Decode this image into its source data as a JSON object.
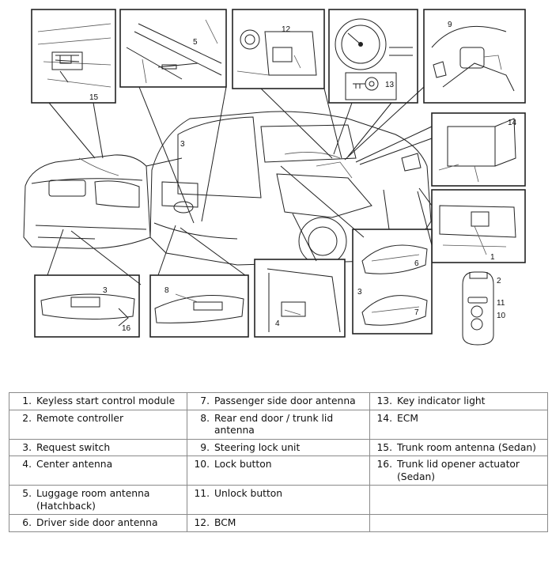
{
  "callouts": [
    "1",
    "2",
    "3",
    "3",
    "3",
    "3",
    "4",
    "5",
    "6",
    "7",
    "8",
    "9",
    "10",
    "11",
    "12",
    "13",
    "14",
    "15",
    "16"
  ],
  "legend": {
    "rows": [
      [
        {
          "num": "1.",
          "text": "Keyless start control module"
        },
        {
          "num": "7.",
          "text": "Passenger side door antenna"
        },
        {
          "num": "13.",
          "text": "Key indicator light"
        }
      ],
      [
        {
          "num": "2.",
          "text": "Remote controller"
        },
        {
          "num": "8.",
          "text": "Rear end door / trunk lid antenna"
        },
        {
          "num": "14.",
          "text": "ECM"
        }
      ],
      [
        {
          "num": "3.",
          "text": "Request switch"
        },
        {
          "num": "9.",
          "text": "Steering lock unit"
        },
        {
          "num": "15.",
          "text": "Trunk room antenna (Sedan)"
        }
      ],
      [
        {
          "num": "4.",
          "text": "Center antenna"
        },
        {
          "num": "10.",
          "text": "Lock button"
        },
        {
          "num": "16.",
          "text": "Trunk lid opener actuator (Sedan)"
        }
      ],
      [
        {
          "num": "5.",
          "text": "Luggage room antenna (Hatchback)"
        },
        {
          "num": "11.",
          "text": "Unlock button"
        },
        {
          "num": "",
          "text": ""
        }
      ],
      [
        {
          "num": "6.",
          "text": "Driver side door antenna"
        },
        {
          "num": "12.",
          "text": "BCM"
        },
        {
          "num": "",
          "text": ""
        }
      ]
    ]
  }
}
